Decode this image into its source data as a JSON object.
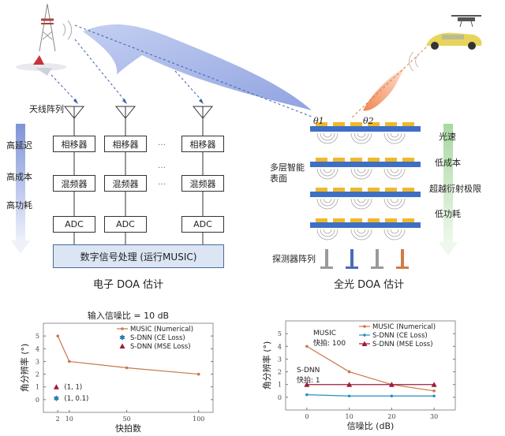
{
  "electronic": {
    "antenna_label": "天线阵列",
    "phase_shifter": "相移器",
    "mixer": "混频器",
    "adc": "ADC",
    "dsp": "数字信号处理 (运行MUSIC)",
    "caption": "电子 DOA 估计",
    "drawbacks": [
      "高延迟",
      "高成本",
      "高功耗"
    ],
    "ellipsis": "…",
    "arrow_color": "#7f93d6"
  },
  "optical": {
    "surface_label_line1": "多层智能",
    "surface_label_line2": "表面",
    "detector_label": "探测器阵列",
    "caption": "全光 DOA 估计",
    "theta1": "θ1",
    "theta2": "θ2",
    "advantages": [
      "光速",
      "低成本",
      "超越衍射极限",
      "低功耗"
    ],
    "detector_colors": [
      "#9a9a9a",
      "#4a6db5",
      "#9a9a9a",
      "#d07b45"
    ],
    "arrow_color": "#a8d8a0",
    "layer_color": "#3f6fc4",
    "element_color": "#f0b82a"
  },
  "chart_data": [
    {
      "type": "line",
      "title": "输入信噪比 = 10 dB",
      "xlabel": "快拍数",
      "ylabel": "角分辨率 (°)",
      "x_ticks": [
        2,
        10,
        50,
        100
      ],
      "y_ticks": [
        0,
        1,
        2,
        3,
        4,
        5
      ],
      "xlim": [
        -8,
        110
      ],
      "ylim": [
        -1,
        6
      ],
      "grid": false,
      "legend": "top-right",
      "series": [
        {
          "name": "MUSIC (Numerical)",
          "marker": "dot",
          "color": "#c8784a",
          "x": [
            2,
            10,
            50,
            100
          ],
          "y": [
            5,
            3,
            2.5,
            2
          ]
        },
        {
          "name": "S-DNN (CE Loss)",
          "marker": "star",
          "color": "#2a7fb0",
          "x": [
            1
          ],
          "y": [
            0.1
          ],
          "annotation": "(1, 0.1)"
        },
        {
          "name": "S-DNN (MSE Loss)",
          "marker": "triangle",
          "color": "#9b1c3a",
          "x": [
            1
          ],
          "y": [
            1
          ],
          "annotation": "(1, 1)"
        }
      ]
    },
    {
      "type": "line",
      "title": "",
      "xlabel": "信噪比 (dB)",
      "ylabel": "角分辨率 (°)",
      "x_ticks": [
        0,
        10,
        20,
        30
      ],
      "y_ticks": [
        0,
        1,
        2,
        3,
        4,
        5
      ],
      "xlim": [
        -5,
        35
      ],
      "ylim": [
        -1,
        6
      ],
      "grid": false,
      "legend": "top-right",
      "annotations": [
        {
          "line1": "MUSIC",
          "line2": "快拍: 100"
        },
        {
          "line1": "S-DNN",
          "line2": "快拍: 1"
        }
      ],
      "series": [
        {
          "name": "MUSIC (Numerical)",
          "marker": "dot",
          "color": "#c8784a",
          "x": [
            0,
            10,
            20,
            30
          ],
          "y": [
            4,
            2,
            1,
            0.5
          ]
        },
        {
          "name": "S-DNN (CE Loss)",
          "marker": "dot",
          "color": "#2a8fc0",
          "x": [
            0,
            10,
            20,
            30
          ],
          "y": [
            0.2,
            0.1,
            0.1,
            0.1
          ]
        },
        {
          "name": "S-DNN (MSE Loss)",
          "marker": "triangle",
          "color": "#9b1c3a",
          "x": [
            0,
            10,
            20,
            30
          ],
          "y": [
            1,
            1,
            1,
            1
          ]
        }
      ]
    }
  ]
}
